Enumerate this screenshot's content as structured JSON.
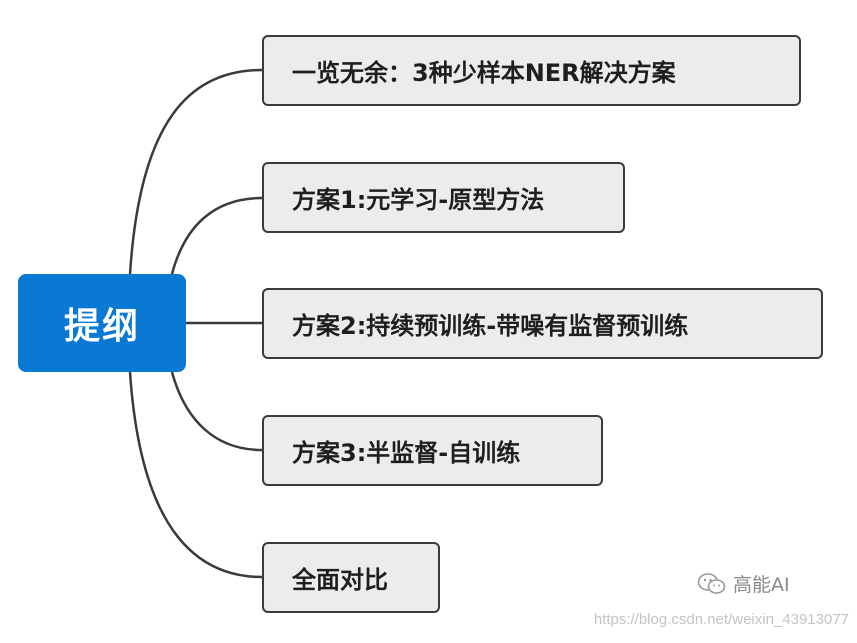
{
  "root": {
    "label": "提纲"
  },
  "branches": [
    {
      "label": "一览无余：3种少样本NER解决方案"
    },
    {
      "label": "方案1:元学习-原型方法"
    },
    {
      "label": "方案2:持续预训练-带噪有监督预训练"
    },
    {
      "label": "方案3:半监督-自训练"
    },
    {
      "label": "全面对比"
    }
  ],
  "watermark": {
    "brand": "高能AI",
    "brand_icon": "wechat-icon",
    "url": "https://blog.csdn.net/weixin_43913077"
  },
  "colors": {
    "root_fill": "#0a79d4",
    "node_fill": "#ececec",
    "node_border": "#3b3b3b",
    "connector": "#3b3b3b"
  }
}
